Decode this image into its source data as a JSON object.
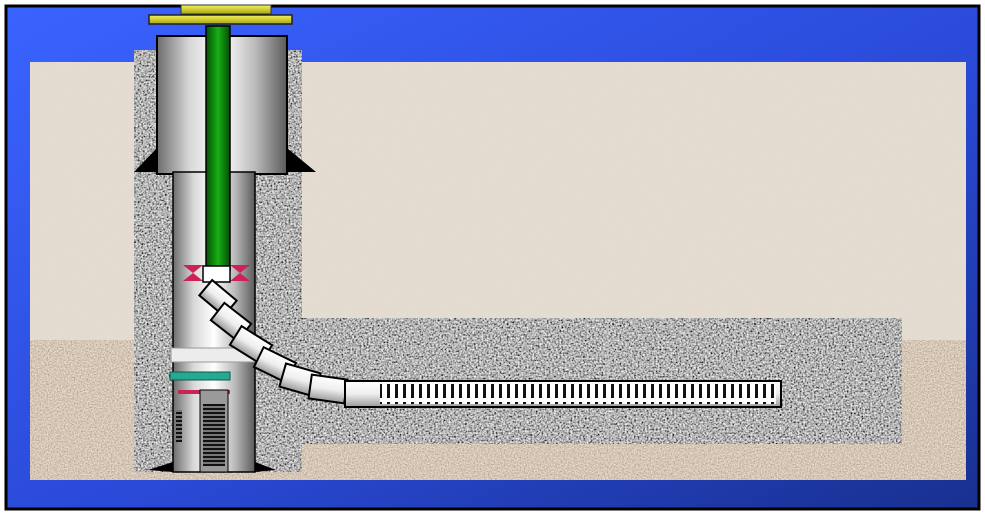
{
  "diagram": {
    "type": "well-cross-section",
    "components": [
      {
        "name": "wellhead-flange",
        "color": "#d9d628"
      },
      {
        "name": "surface-casing",
        "color": "#b5b5b5"
      },
      {
        "name": "production-casing",
        "color": "#c0c0c0"
      },
      {
        "name": "tubing",
        "color": "#0c7a0c"
      },
      {
        "name": "packer",
        "color": "#cc2255"
      },
      {
        "name": "lateral-liner",
        "color": "#ffffff"
      },
      {
        "name": "cement",
        "color": "#a3a3a3"
      },
      {
        "name": "screen",
        "color": "#9a9a9a"
      }
    ],
    "colors": {
      "background_light": "#3a63ff",
      "background_dark": "#18308f",
      "upper_formation": "#e1d8cb",
      "lower_formation": "#b39c86",
      "joint_ring": "#27a890"
    },
    "texts": []
  }
}
